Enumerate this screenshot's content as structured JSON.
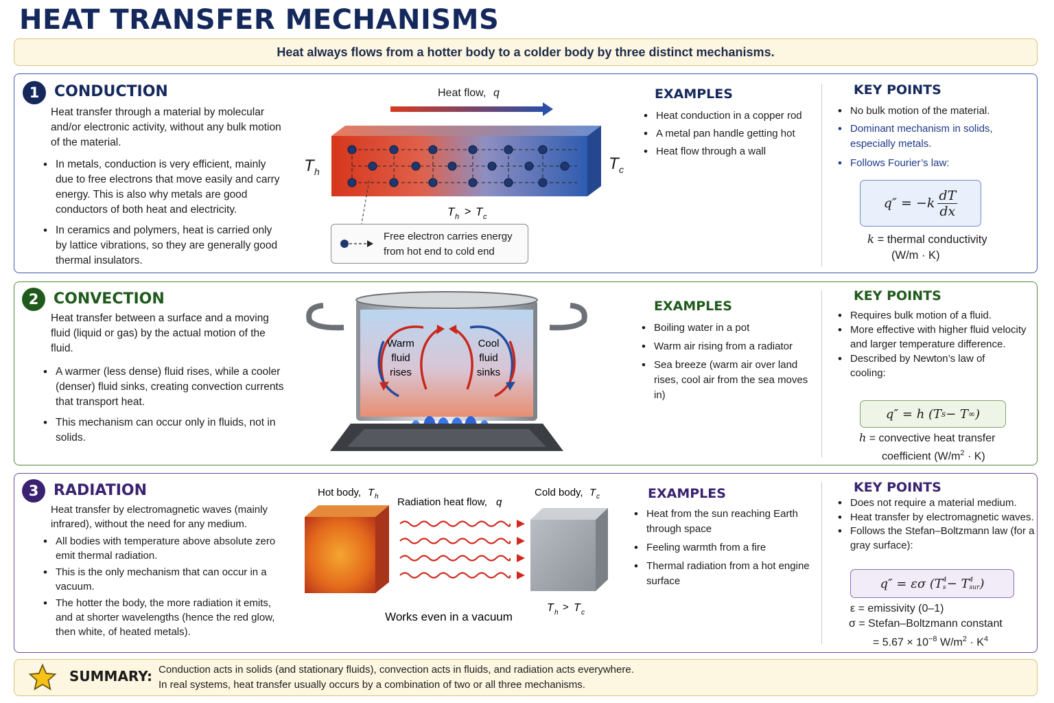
{
  "title": "HEAT TRANSFER MECHANISMS",
  "subtitle": "Heat always flows from a hotter body to a colder body by three distinct mechanisms.",
  "colors": {
    "navy": "#14285c",
    "green": "#1f5a1c",
    "purple": "#3a2270",
    "hot": "#d23a1c",
    "cold": "#2a4f9e"
  },
  "conduction": {
    "number": "1",
    "title": "CONDUCTION",
    "desc": "Heat transfer through a material by molecular and/or electronic activity, without any bulk motion of the material.",
    "bullets": [
      "In metals, conduction is very efficient, mainly due to free electrons that move easily and carry energy. This is also why metals are good conductors of both heat and electricity.",
      "In ceramics and polymers, heat is carried only by lattice vibrations, so they are generally good thermal insulators."
    ],
    "flow_label": "Heat flow, ",
    "flow_symbol": "q",
    "th": "T",
    "th_sub": "h",
    "tc": "T",
    "tc_sub": "c",
    "gt": ">",
    "callout": "Free electron carries energy from hot end to cold end",
    "examples_title": "EXAMPLES",
    "examples": [
      "Heat conduction in a copper rod",
      "A metal pan handle getting hot",
      "Heat flow through a wall"
    ],
    "key_title": "KEY POINTS",
    "key_points": [
      "No bulk motion of the material.",
      "Dominant mechanism in solids, especially metals.",
      "Follows Fourier’s law:"
    ],
    "formula_lhs": "q″ = −k",
    "formula_num": "dT",
    "formula_den": "dx",
    "k_symbol": "k",
    "k_def": "= thermal conductivity",
    "k_units": "(W/m · K)"
  },
  "convection": {
    "number": "2",
    "title": "CONVECTION",
    "desc": "Heat transfer between a surface and a moving fluid (liquid or gas) by the actual motion of the fluid.",
    "bullets": [
      "A warmer (less dense) fluid rises, while a cooler (denser) fluid sinks, creating convection currents that transport heat.",
      "This mechanism can occur only in fluids, not in solids."
    ],
    "warm_label": [
      "Warm",
      "fluid",
      "rises"
    ],
    "cool_label": [
      "Cool",
      "fluid",
      "sinks"
    ],
    "examples_title": "EXAMPLES",
    "examples": [
      "Boiling water in a pot",
      "Warm air rising from a radiator",
      "Sea breeze (warm air over land rises, cool air from the sea moves in)"
    ],
    "key_title": "KEY POINTS",
    "key_points": [
      "Requires bulk motion of a fluid.",
      "More effective with higher fluid velocity and larger temperature difference.",
      "Described by Newton’s law of cooling:"
    ],
    "formula": "q″ = h (T",
    "formula_s": "s",
    "formula_mid": " − T",
    "formula_inf": "∞",
    "formula_end": ")",
    "h_symbol": "h",
    "h_def": "= convective heat transfer",
    "h_def2": "coefficient (W/m",
    "h_sup": "2",
    "h_def3": " · K)"
  },
  "radiation": {
    "number": "3",
    "title": "RADIATION",
    "desc": "Heat transfer by electromagnetic waves (mainly infrared), without the need for any medium.",
    "bullets": [
      "All bodies with temperature above absolute zero emit thermal radiation.",
      "This is the only mechanism that can occur in a vacuum.",
      "The hotter the body, the more radiation it emits, and at shorter wavelengths (hence the red glow, then white, of heated metals)."
    ],
    "hot_label": "Hot body, ",
    "cold_label": "Cold body, ",
    "flow_label": "Radiation heat flow, ",
    "vacuum": "Works even in a vacuum",
    "examples_title": "EXAMPLES",
    "examples": [
      "Heat from the sun reaching Earth through space",
      "Feeling warmth from a fire",
      "Thermal radiation from a hot engine surface"
    ],
    "key_title": "KEY POINTS",
    "key_points": [
      "Does not require a material medium.",
      "Heat transfer by electromagnetic waves.",
      "Follows the Stefan–Boltzmann law (for a gray surface):"
    ],
    "formula_a": "q″ = εσ (T",
    "formula_s": "s",
    "formula_b": " − T",
    "formula_sur": "sur",
    "formula_c": ")",
    "formula_pow": "4",
    "eps_line": "ε = emissivity (0–1)",
    "sigma_line": "σ = Stefan–Boltzmann constant",
    "sigma_value": "= 5.67 × 10",
    "sigma_exp": "−8",
    "sigma_units": " W/m",
    "sigma_units2": "2",
    "sigma_units3": " · K",
    "sigma_units4": "4"
  },
  "summary": {
    "label": "SUMMARY:",
    "line1": "Conduction acts in solids (and stationary fluids), convection acts in fluids, and radiation acts everywhere.",
    "line2": "In real systems, heat transfer usually occurs by a combination of two or all three mechanisms."
  }
}
